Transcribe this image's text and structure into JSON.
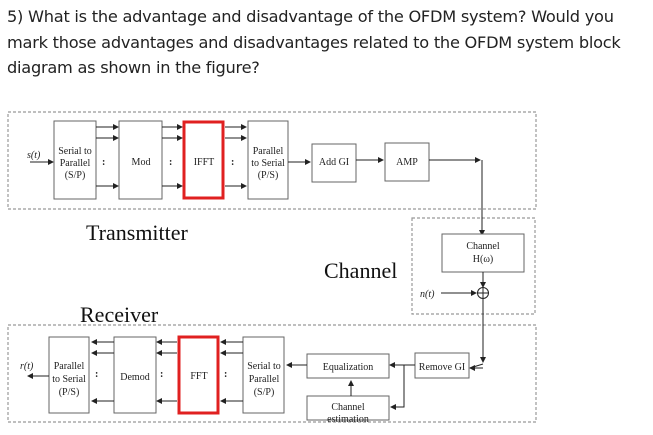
{
  "question": {
    "text": "5) What is the advantage and disadvantage of the OFDM system? Would you mark those advantages and disadvantages related to the OFDM system block diagram as shown in the figure?"
  },
  "diagram": {
    "sections": {
      "transmitter": "Transmitter",
      "channel": "Channel",
      "receiver": "Receiver"
    },
    "transmitter_blocks": {
      "input_signal": "s(t)",
      "sp": [
        "Serial to",
        "Parallel",
        "(S/P)"
      ],
      "mod": "Mod",
      "ifft": "IFFT",
      "ps": [
        "Parallel",
        "to Serial",
        "(P/S)"
      ],
      "add_gi": "Add GI",
      "amp": "AMP"
    },
    "channel_blocks": {
      "channel": [
        "Channel",
        "H(ω)"
      ],
      "noise": "n(t)"
    },
    "receiver_blocks": {
      "output_signal": "r(t)",
      "ps": [
        "Parallel",
        "to Serial",
        "(P/S)"
      ],
      "demod": "Demod",
      "fft": "FFT",
      "sp": [
        "Serial to",
        "Parallel",
        "(S/P)"
      ],
      "equalization": "Equalization",
      "remove_gi": "Remove GI",
      "channel_estimation": [
        "Channel",
        "estimation"
      ]
    },
    "colors": {
      "highlight": "#e02020",
      "line": "#222222",
      "dashed": "#999999"
    }
  }
}
